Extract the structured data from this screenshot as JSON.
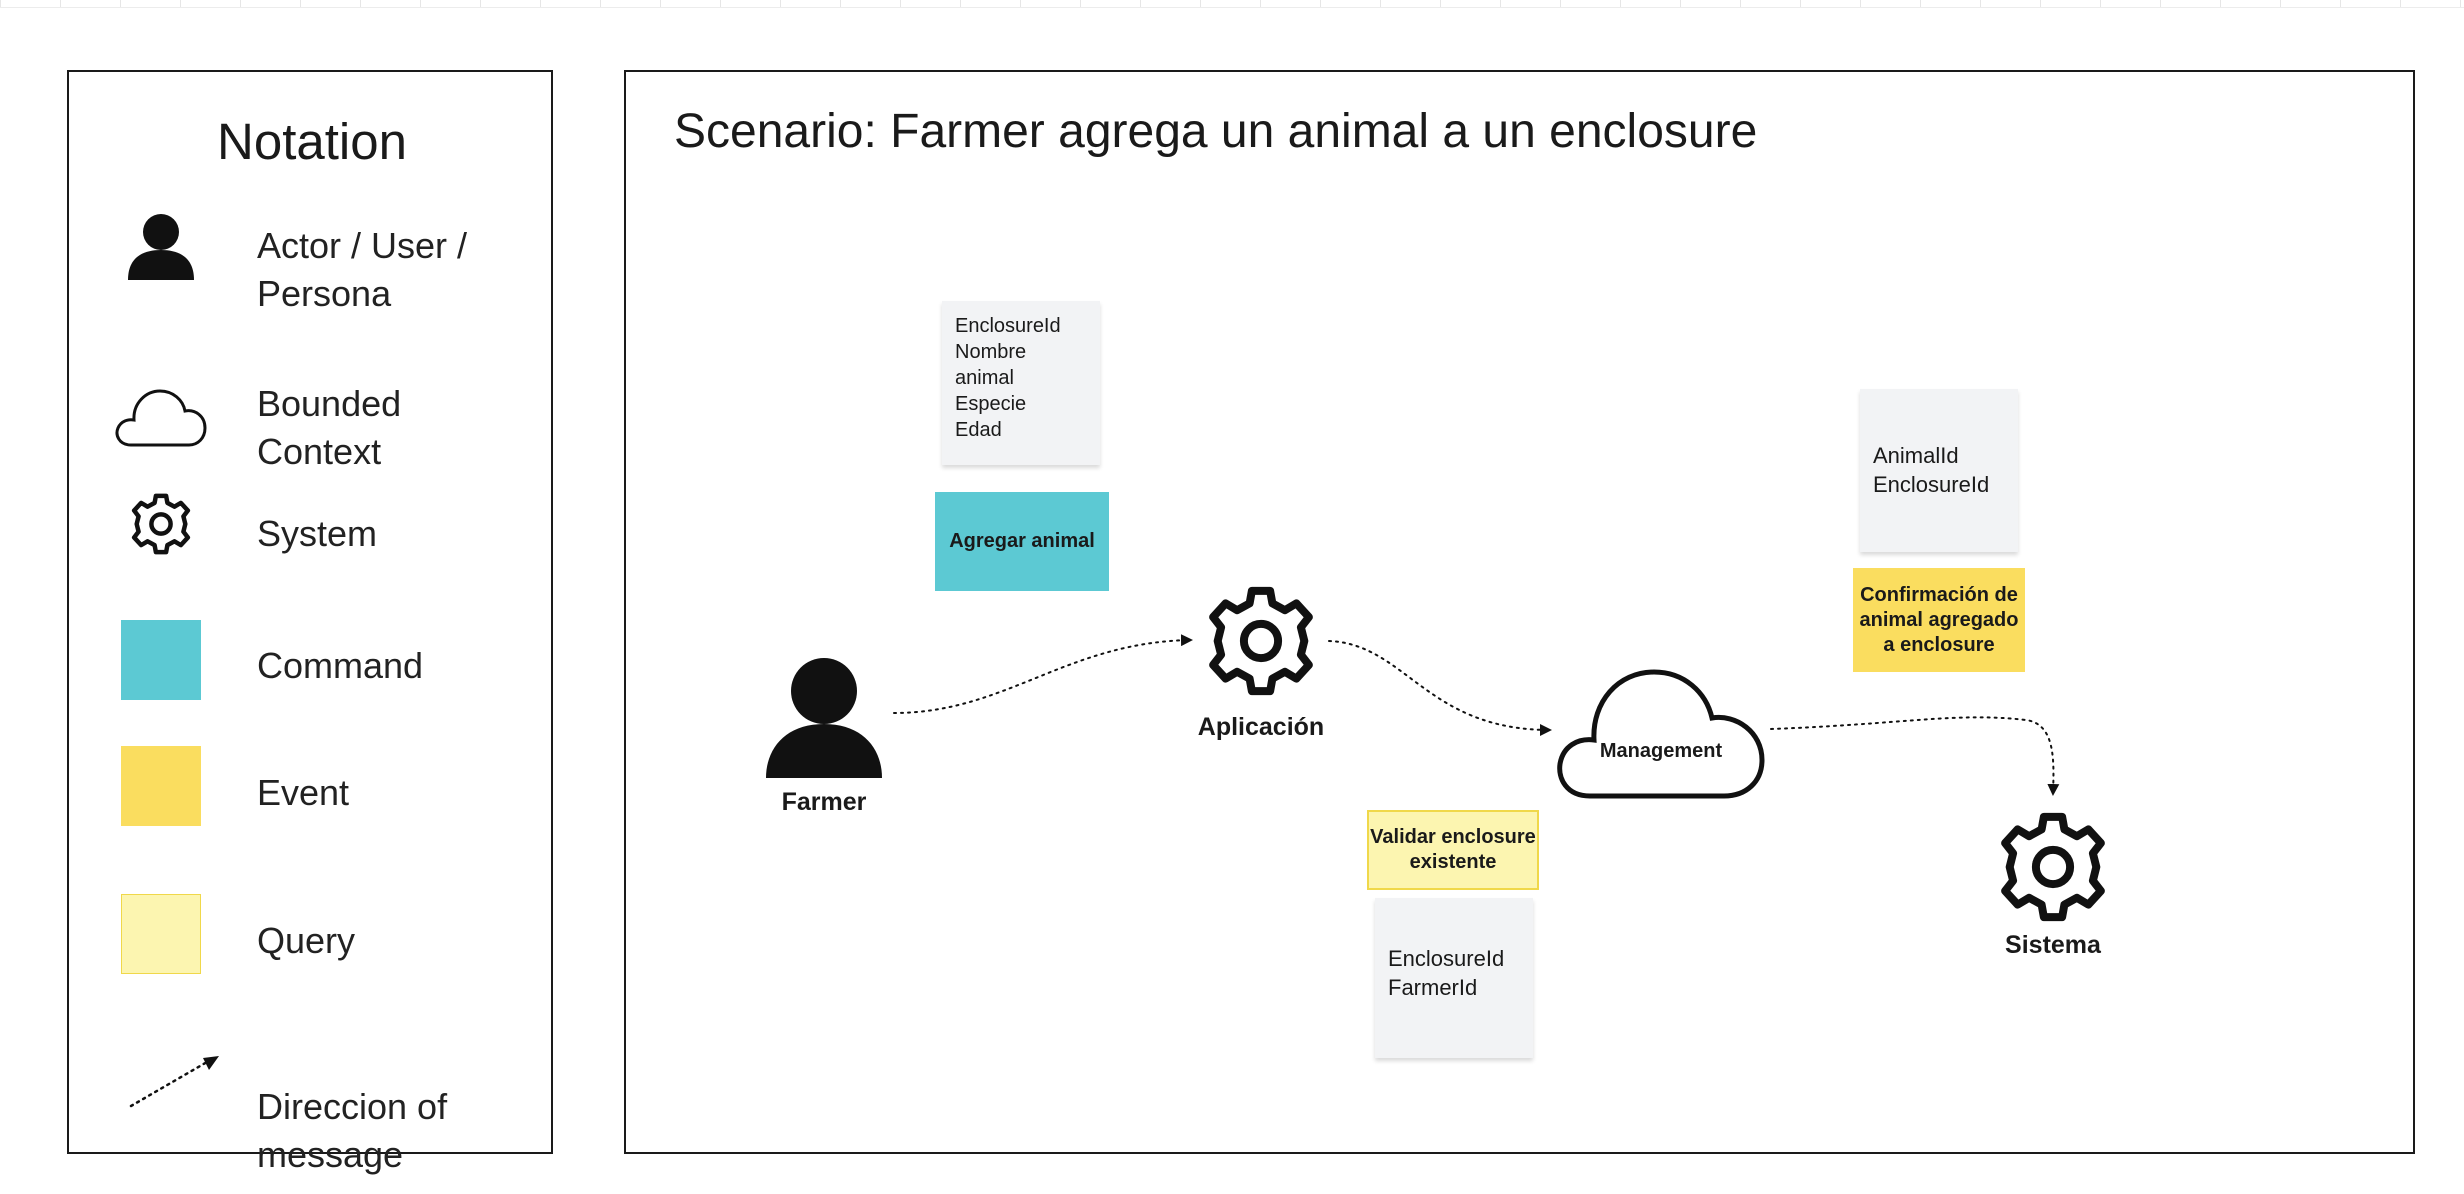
{
  "legend": {
    "title": "Notation",
    "items": [
      {
        "label_line1": "Actor / User /",
        "label_line2": "Persona",
        "icon": "person-icon"
      },
      {
        "label_line1": "Bounded",
        "label_line2": "Context",
        "icon": "cloud-icon"
      },
      {
        "label_line1": "System",
        "label_line2": "",
        "icon": "gear-icon"
      },
      {
        "label_line1": "Command",
        "label_line2": "",
        "icon": "command-swatch",
        "color": "#5cc9d3"
      },
      {
        "label_line1": "Event",
        "label_line2": "",
        "icon": "event-swatch",
        "color": "#fadd5f"
      },
      {
        "label_line1": "Query",
        "label_line2": "",
        "icon": "query-swatch",
        "color": "#fcf5b0"
      },
      {
        "label_line1": "Direccion of",
        "label_line2": "message",
        "icon": "dotted-arrow-icon"
      }
    ]
  },
  "scenario": {
    "title": "Scenario:  Farmer agrega un animal a un enclosure",
    "actor": {
      "label": "Farmer",
      "icon": "person-icon"
    },
    "application": {
      "label": "Aplicación",
      "icon": "gear-icon"
    },
    "bounded_context": {
      "label": "Management",
      "icon": "cloud-icon"
    },
    "system": {
      "label": "Sistema",
      "icon": "gear-icon"
    },
    "command": {
      "label": "Agregar animal",
      "color": "#5cc9d3"
    },
    "command_data": {
      "lines": [
        "EnclosureId",
        "Nombre",
        "animal",
        "Especie",
        "Edad"
      ]
    },
    "query": {
      "line1": "Validar enclosure",
      "line2": "existente",
      "color": "#fcf5b0"
    },
    "query_data": {
      "lines": [
        "EnclosureId",
        "FarmerId"
      ]
    },
    "event": {
      "line1": "Confirmación de",
      "line2": "animal agregado",
      "line3": "a enclosure",
      "color": "#fadd5f"
    },
    "event_data": {
      "lines": [
        "AnimalId",
        "EnclosureId"
      ]
    }
  }
}
